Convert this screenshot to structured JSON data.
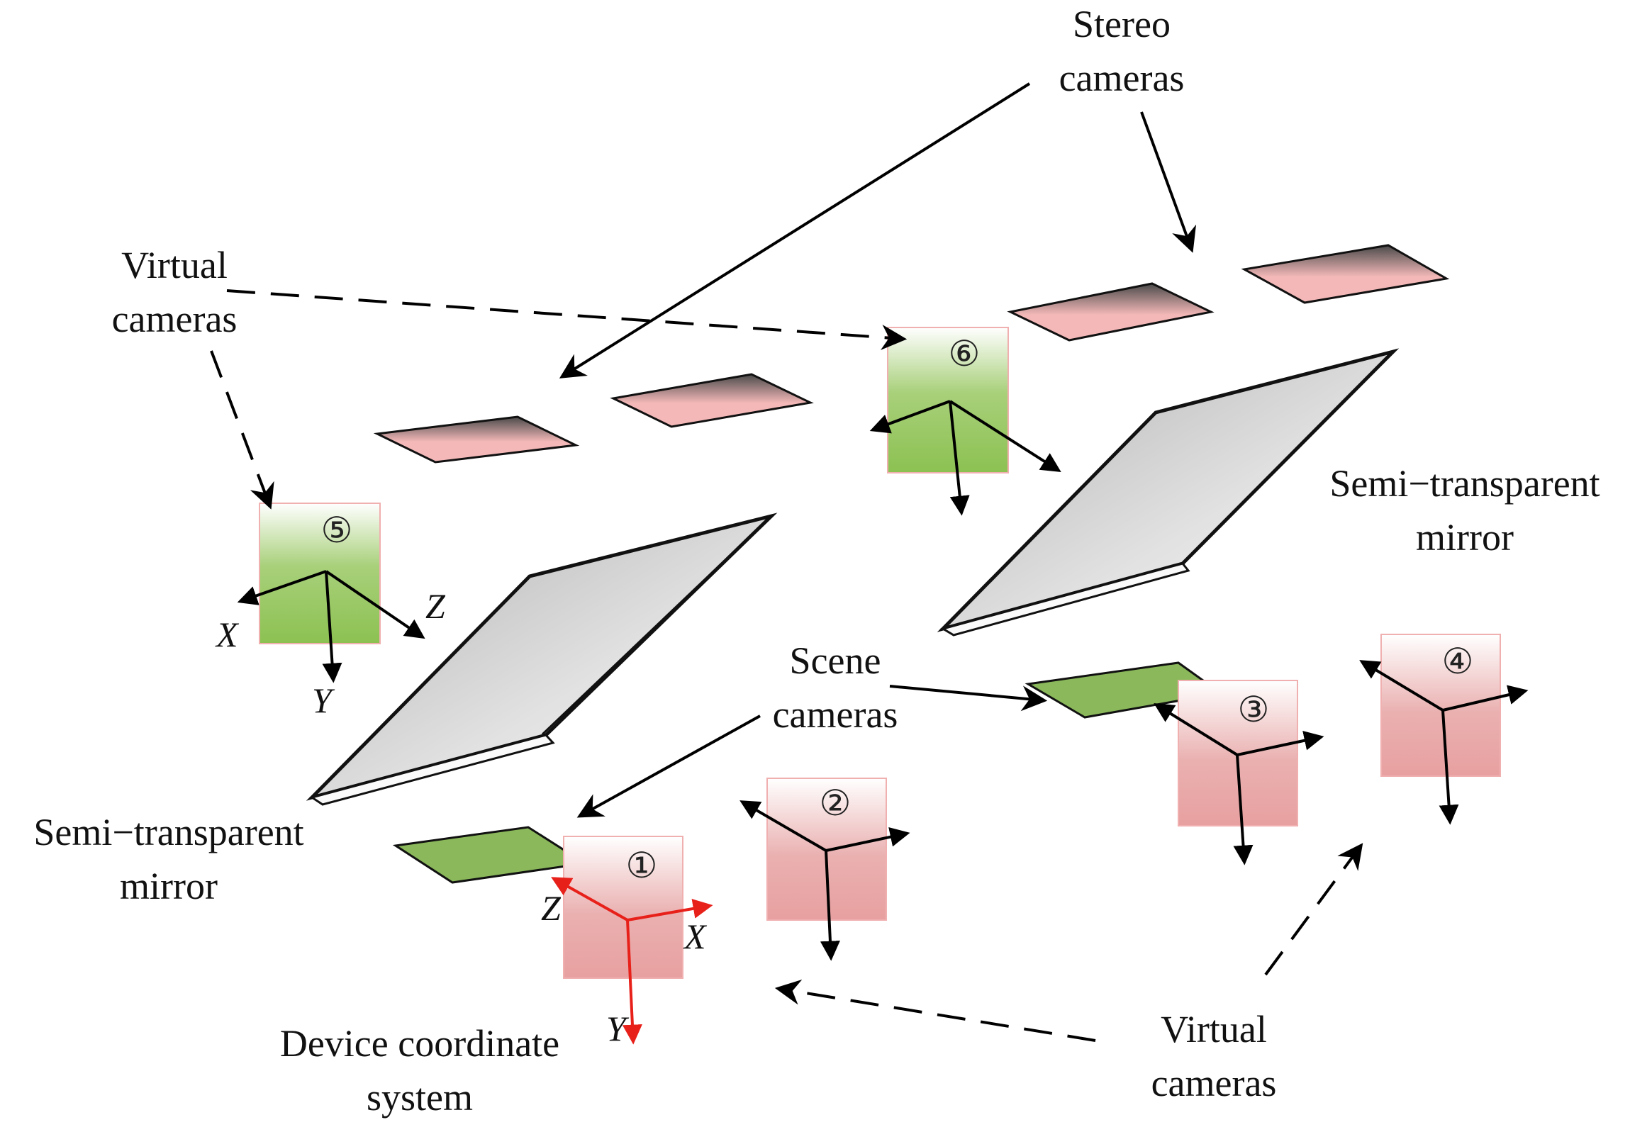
{
  "labels": {
    "stereo_cameras": [
      "Stereo",
      "cameras"
    ],
    "virtual_cameras_top": [
      "Virtual",
      "cameras"
    ],
    "semi_mirror_right": [
      "Semi−transparent",
      "mirror"
    ],
    "semi_mirror_left": [
      "Semi−transparent",
      "mirror"
    ],
    "scene_cameras": [
      "Scene",
      "cameras"
    ],
    "device_coordinate_system": [
      "Device coordinate",
      "system"
    ],
    "virtual_cameras_bottom": [
      "Virtual",
      "cameras"
    ]
  },
  "camera_numbers": [
    "①",
    "②",
    "③",
    "④",
    "⑤",
    "⑥"
  ],
  "axes": {
    "cam5": {
      "x": "X",
      "y": "Y",
      "z": "Z"
    },
    "cam1": {
      "x": "X",
      "y": "Y",
      "z": "Z"
    }
  },
  "colors": {
    "stereo_plate": "#f2b8b8",
    "scene_plate": "#8ab85a",
    "virtual_green": "#8cc152",
    "virtual_pink": "#eaa5a5",
    "device_axes": "#e8201a",
    "mirror": "#c8c8c8"
  }
}
